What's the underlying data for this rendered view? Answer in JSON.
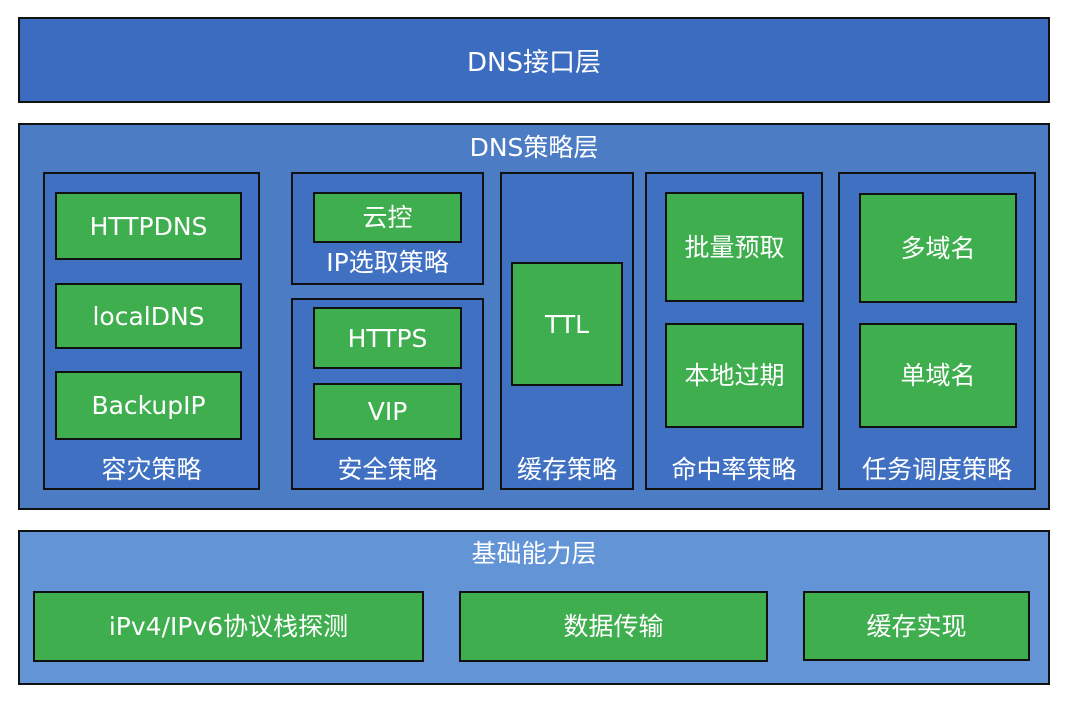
{
  "interface_layer": {
    "title": "DNS接口层"
  },
  "strategy_layer": {
    "title": "DNS策略层",
    "groups": {
      "disaster_recovery": {
        "title": "容灾策略",
        "items": [
          "HTTPDNS",
          "localDNS",
          "BackupIP"
        ]
      },
      "ip_selection": {
        "title": "IP选取策略",
        "items": [
          "云控"
        ]
      },
      "security": {
        "title": "安全策略",
        "items": [
          "HTTPS",
          "VIP"
        ]
      },
      "cache": {
        "title": "缓存策略",
        "items": [
          "TTL"
        ]
      },
      "hit_rate": {
        "title": "命中率策略",
        "items": [
          "批量预取",
          "本地过期"
        ]
      },
      "task_scheduling": {
        "title": "任务调度策略",
        "items": [
          "多域名",
          "单域名"
        ]
      }
    }
  },
  "foundation_layer": {
    "title": "基础能力层",
    "items": [
      "iPv4/IPv6协议栈探测",
      "数据传输",
      "缓存实现"
    ]
  }
}
